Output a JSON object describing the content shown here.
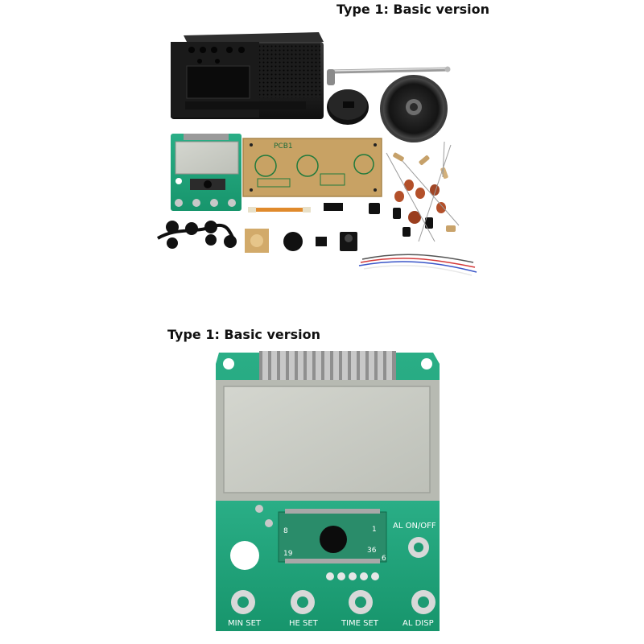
{
  "captions": {
    "top": "Type 1: Basic version",
    "bottom": "Type 1: Basic version"
  },
  "pcb_silkscreen": {
    "main_board": "PCB1",
    "chip_pins": [
      "8",
      "1",
      "19",
      "36",
      "6"
    ],
    "buttons": [
      "MIN SET",
      "HE SET",
      "TIME SET",
      "AL DISP"
    ],
    "alarm_button": "AL ON/OFF"
  },
  "colors": {
    "pcb_green": "#1fa37a",
    "pcb_green_dark": "#138a62",
    "lcd": "#c9ccc4",
    "plastic_black": "#1b1b1b",
    "tan_board": "#caa56b",
    "pad_silver": "#c8c8c8"
  }
}
